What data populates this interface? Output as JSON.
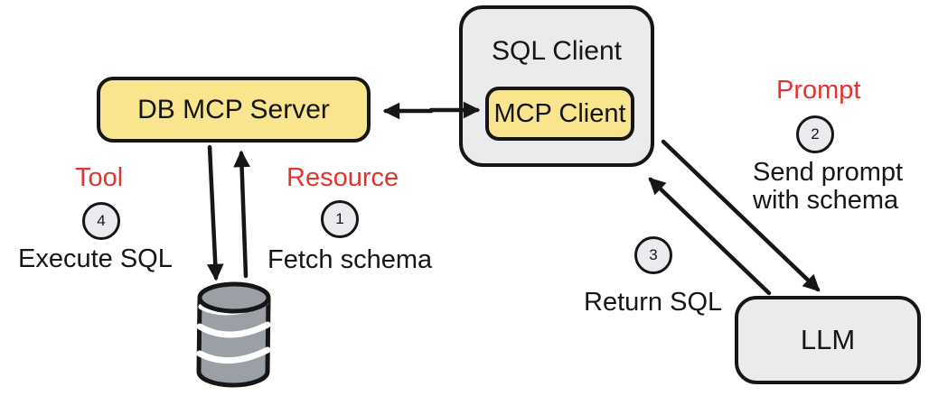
{
  "colors": {
    "node_yellow": "#f9e58d",
    "node_gray": "#eaebed",
    "badge_gray": "#e9ebee",
    "accent_red": "#e2342f",
    "ink": "#161616",
    "db_fill": "#9aa0a6"
  },
  "nodes": {
    "db_mcp_server": {
      "label": "DB MCP Server"
    },
    "sql_client": {
      "label": "SQL Client"
    },
    "mcp_client": {
      "label": "MCP Client"
    },
    "llm": {
      "label": "LLM"
    }
  },
  "icons": {
    "database": "database-cylinder"
  },
  "annotations": {
    "tool": "Tool",
    "resource": "Resource",
    "prompt": "Prompt"
  },
  "steps": {
    "step1": {
      "number": "1",
      "label": "Fetch schema"
    },
    "step2": {
      "number": "2",
      "label_line1": "Send prompt",
      "label_line2": "with schema"
    },
    "step3": {
      "number": "3",
      "label": "Return SQL"
    },
    "step4": {
      "number": "4",
      "label": "Execute SQL"
    }
  },
  "connections": [
    {
      "from": "db_mcp_server",
      "to": "mcp_client",
      "bidirectional": true
    },
    {
      "from": "db_mcp_server",
      "to": "database",
      "step": "4",
      "label": "Execute SQL",
      "category": "Tool"
    },
    {
      "from": "database",
      "to": "db_mcp_server",
      "step": "1",
      "label": "Fetch schema",
      "category": "Resource"
    },
    {
      "from": "sql_client",
      "to": "llm",
      "step": "2",
      "label": "Send prompt with schema",
      "category": "Prompt"
    },
    {
      "from": "llm",
      "to": "sql_client",
      "step": "3",
      "label": "Return SQL"
    }
  ]
}
